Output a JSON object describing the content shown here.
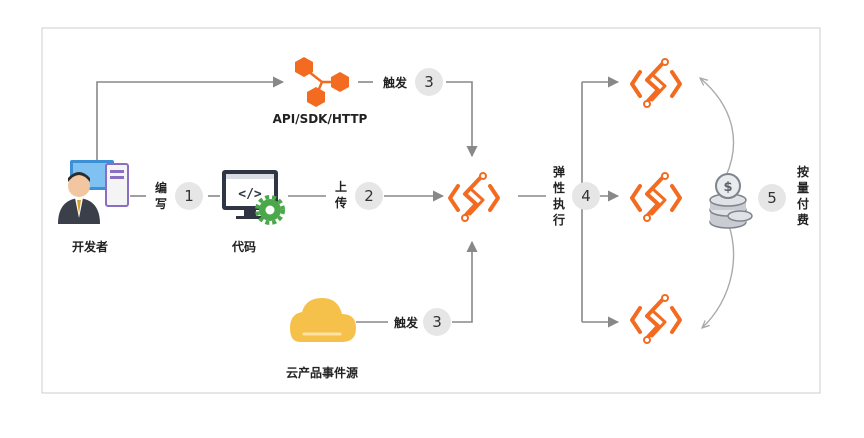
{
  "nodes": {
    "developer": "开发者",
    "code": "代码",
    "api": "API/SDK/HTTP",
    "cloud_source": "云产品事件源"
  },
  "edges": {
    "write": "编写",
    "upload": "上传",
    "trigger": "触发",
    "elastic": "弹性执行",
    "pay": "按量付费"
  },
  "steps": [
    "1",
    "2",
    "3",
    "3",
    "4",
    "5"
  ],
  "colors": {
    "accent": "#f26b21",
    "cloud": "#f6c14b",
    "line": "#888888",
    "badge": "#e6e6e6",
    "border": "#cccccc"
  },
  "icons": [
    "developer-icon",
    "code-gear-icon",
    "api-hexagon-icon",
    "function-compute-icon",
    "cloud-icon",
    "coins-icon"
  ]
}
